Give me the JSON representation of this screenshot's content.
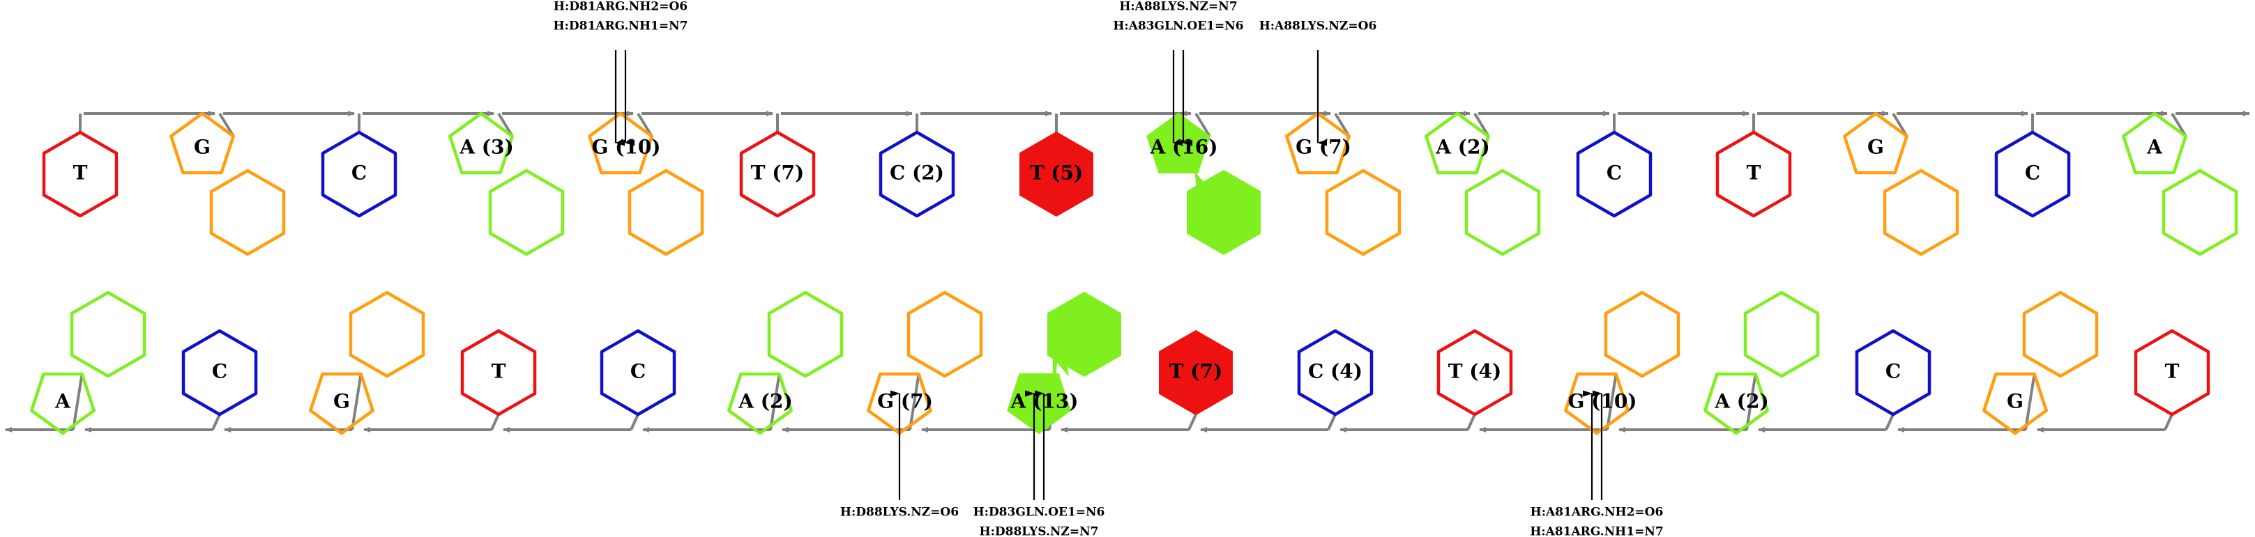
{
  "colors": {
    "T": "#ee1111",
    "G": "#ff9f10",
    "C": "#1010cc",
    "A": "#7fef1f",
    "backbone": "#808080",
    "arrow": "#000000"
  },
  "top_strand": [
    {
      "base": "T",
      "label": "T",
      "filled": false
    },
    {
      "base": "G",
      "label": "G",
      "filled": false
    },
    {
      "base": "C",
      "label": "C",
      "filled": false
    },
    {
      "base": "A",
      "label": "A (3)",
      "filled": false
    },
    {
      "base": "G",
      "label": "G (10)",
      "filled": false
    },
    {
      "base": "T",
      "label": "T (7)",
      "filled": false
    },
    {
      "base": "C",
      "label": "C (2)",
      "filled": false
    },
    {
      "base": "T",
      "label": "T (5)",
      "filled": true
    },
    {
      "base": "A",
      "label": "A (16)",
      "filled": true
    },
    {
      "base": "G",
      "label": "G (7)",
      "filled": false
    },
    {
      "base": "A",
      "label": "A (2)",
      "filled": false
    },
    {
      "base": "C",
      "label": "C",
      "filled": false
    },
    {
      "base": "T",
      "label": "T",
      "filled": false
    },
    {
      "base": "G",
      "label": "G",
      "filled": false
    },
    {
      "base": "C",
      "label": "C",
      "filled": false
    },
    {
      "base": "A",
      "label": "A",
      "filled": false
    }
  ],
  "bottom_strand": [
    {
      "base": "A",
      "label": "A",
      "filled": false
    },
    {
      "base": "C",
      "label": "C",
      "filled": false
    },
    {
      "base": "G",
      "label": "G",
      "filled": false
    },
    {
      "base": "T",
      "label": "T",
      "filled": false
    },
    {
      "base": "C",
      "label": "C",
      "filled": false
    },
    {
      "base": "A",
      "label": "A (2)",
      "filled": false
    },
    {
      "base": "G",
      "label": "G (7)",
      "filled": false
    },
    {
      "base": "A",
      "label": "A (13)",
      "filled": true
    },
    {
      "base": "T",
      "label": "T (7)",
      "filled": true
    },
    {
      "base": "C",
      "label": "C (4)",
      "filled": false
    },
    {
      "base": "T",
      "label": "T (4)",
      "filled": false
    },
    {
      "base": "G",
      "label": "G (10)",
      "filled": false
    },
    {
      "base": "A",
      "label": "A (2)",
      "filled": false
    },
    {
      "base": "C",
      "label": "C",
      "filled": false
    },
    {
      "base": "G",
      "label": "G",
      "filled": false
    },
    {
      "base": "T",
      "label": "T",
      "filled": false
    }
  ],
  "contacts": [
    {
      "strand": "top",
      "position": 5,
      "lines": [
        "H:D81ARG.NH2=O6",
        "H:D81ARG.NH1=N7"
      ]
    },
    {
      "strand": "top",
      "position": 9,
      "lines": [
        "H:A88LYS.NZ=N7",
        "H:A83GLN.OE1=N6"
      ]
    },
    {
      "strand": "top",
      "position": 10,
      "lines": [
        "H:A88LYS.NZ=O6"
      ]
    },
    {
      "strand": "bottom",
      "position": 7,
      "lines": [
        "H:D88LYS.NZ=O6"
      ]
    },
    {
      "strand": "bottom",
      "position": 8,
      "lines": [
        "H:D83GLN.OE1=N6",
        "H:D88LYS.NZ=N7"
      ]
    },
    {
      "strand": "bottom",
      "position": 12,
      "lines": [
        "H:A81ARG.NH2=O6",
        "H:A81ARG.NH1=N7"
      ]
    }
  ]
}
